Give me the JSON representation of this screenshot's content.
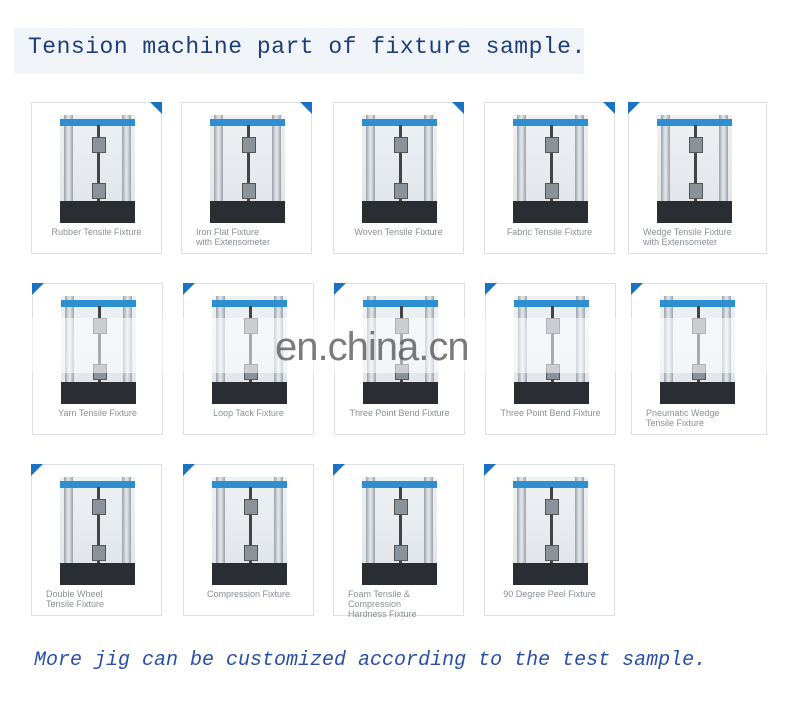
{
  "header": {
    "title": "Tension machine part of fixture sample."
  },
  "accent_color": "#1a73c2",
  "rows": [
    [
      {
        "caption": [
          "Rubber Tensile Fixture"
        ]
      },
      {
        "caption": [
          "Iron Flat Fixture",
          "with Extensometer"
        ]
      },
      {
        "caption": [
          "Woven Tensile Fixture"
        ]
      },
      {
        "caption": [
          "Fabric Tensile Fixture"
        ]
      },
      {
        "caption": [
          "Wedge Tensile Fixture",
          "with Extensometer"
        ]
      }
    ],
    [
      {
        "caption": [
          "Yarn Tensile Fixture"
        ]
      },
      {
        "caption": [
          "Loop Tack Fixture"
        ]
      },
      {
        "caption": [
          "Three Point Bend Fixture"
        ]
      },
      {
        "caption": [
          "Three Point Bend Fixture"
        ]
      },
      {
        "caption": [
          "Pneumatic Wedge",
          "Tensile Fixture"
        ]
      }
    ],
    [
      {
        "caption": [
          "Double Wheel",
          "Tensile Fixture"
        ]
      },
      {
        "caption": [
          "Compression Fixture"
        ]
      },
      {
        "caption": [
          "Foam Tensile & Compression",
          "Hardness Fixture"
        ]
      },
      {
        "caption": [
          "90 Degree Peel Fixture"
        ]
      }
    ]
  ],
  "watermark": "en.china.cn",
  "footer": {
    "text": "More jig can be customized according to the test sample."
  }
}
